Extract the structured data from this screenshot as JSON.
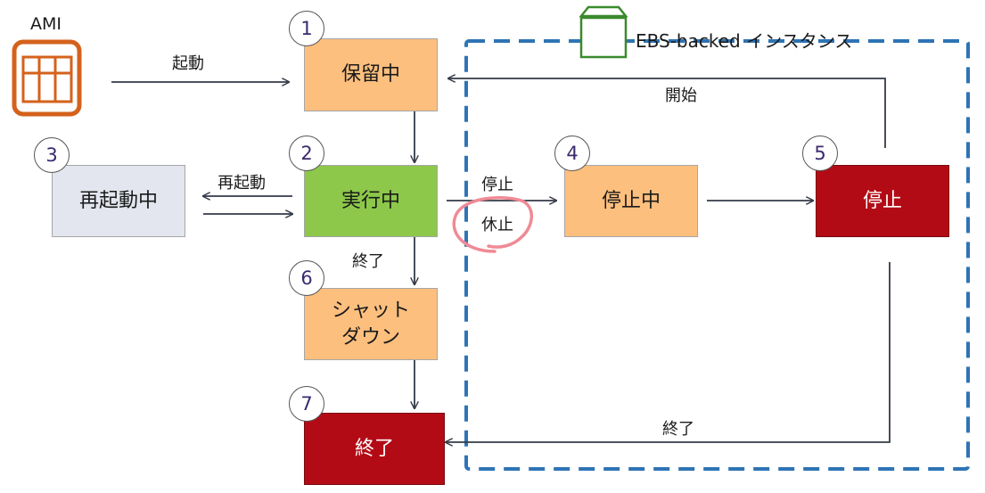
{
  "colors": {
    "pending": "#fdbf7e",
    "running": "#8dc84a",
    "rebooting": "#e3e6ee",
    "stopping": "#fdbf7e",
    "stopped": "#b30b16",
    "shutting_down": "#fdbf7e",
    "terminated": "#b30b16",
    "ebs_border": "#2e74b5",
    "ami_icon": "#d4621c",
    "ebs_icon": "#3a8a2c",
    "annotation": "#f08a95"
  },
  "ami": {
    "label": "AMI",
    "icon": "ami-grid-icon"
  },
  "ebs": {
    "label": "EBS-backed インスタンス",
    "icon": "ebs-volume-icon"
  },
  "states": {
    "pending": {
      "number": "1",
      "label": "保留中"
    },
    "running": {
      "number": "2",
      "label": "実行中"
    },
    "rebooting": {
      "number": "3",
      "label": "再起動中"
    },
    "stopping": {
      "number": "4",
      "label": "停止中"
    },
    "stopped": {
      "number": "5",
      "label": "停止"
    },
    "shutting_down": {
      "number": "6",
      "label": "シャット\nダウン"
    },
    "terminated": {
      "number": "7",
      "label": "終了"
    }
  },
  "transitions": {
    "launch": "起動",
    "reboot": "再起動",
    "stop": "停止",
    "hibernate": "休止",
    "terminate": "終了",
    "start": "開始",
    "terminate_stopped": "終了"
  }
}
